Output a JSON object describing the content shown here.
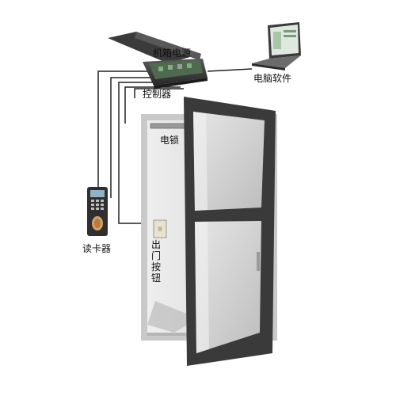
{
  "labels": {
    "power_box": "机箱电源",
    "computer_software": "电脑软件",
    "controller": "控制器",
    "electric_lock": "电锁",
    "card_reader": "读卡器",
    "exit_button": "出门按钮"
  },
  "colors": {
    "door_frame": "#3a3a3a",
    "wall_frame": "#c9c9c9",
    "wire": "#222222",
    "background": "#ffffff"
  },
  "icons": [
    "controller-box-icon",
    "laptop-icon",
    "card-reader-icon",
    "exit-button-icon",
    "electric-lock-icon"
  ]
}
